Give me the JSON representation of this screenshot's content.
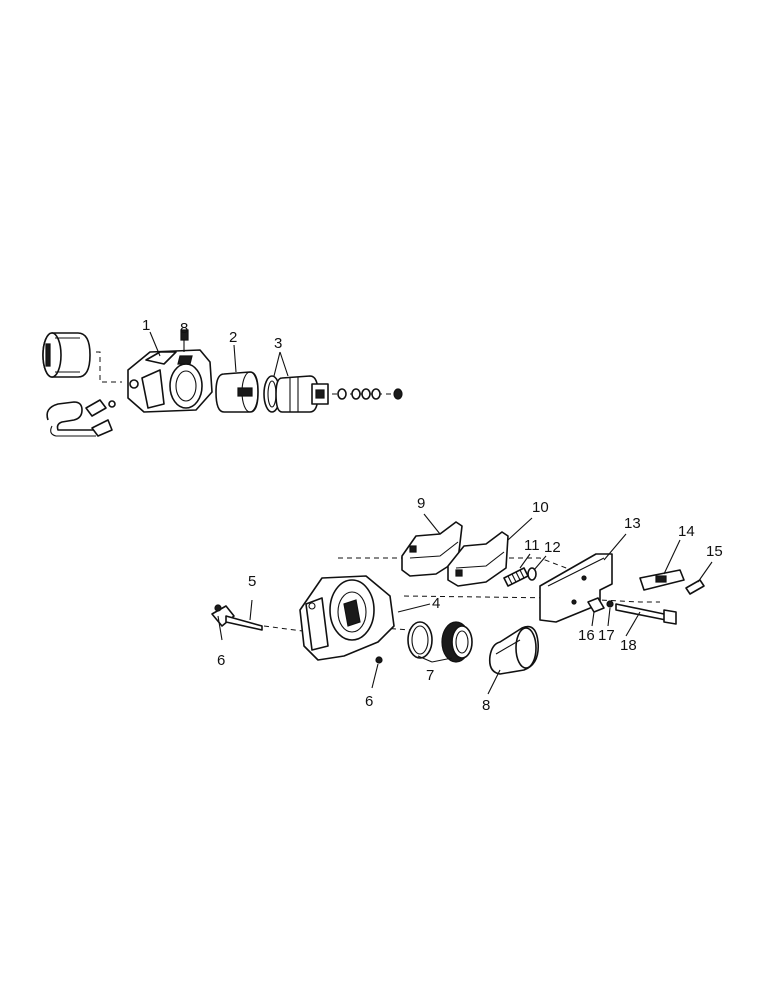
{
  "callouts": {
    "c1": "1",
    "c8_top": "8",
    "c2": "2",
    "c3": "3",
    "c4": "4",
    "c5": "5",
    "c6_left": "6",
    "c6_bottom": "6",
    "c7": "7",
    "c8_bottom": "8",
    "c9": "9",
    "c10": "10",
    "c11": "11",
    "c12": "12",
    "c13": "13",
    "c14": "14",
    "c15": "15",
    "c16": "16",
    "c17": "17",
    "c18": "18"
  }
}
